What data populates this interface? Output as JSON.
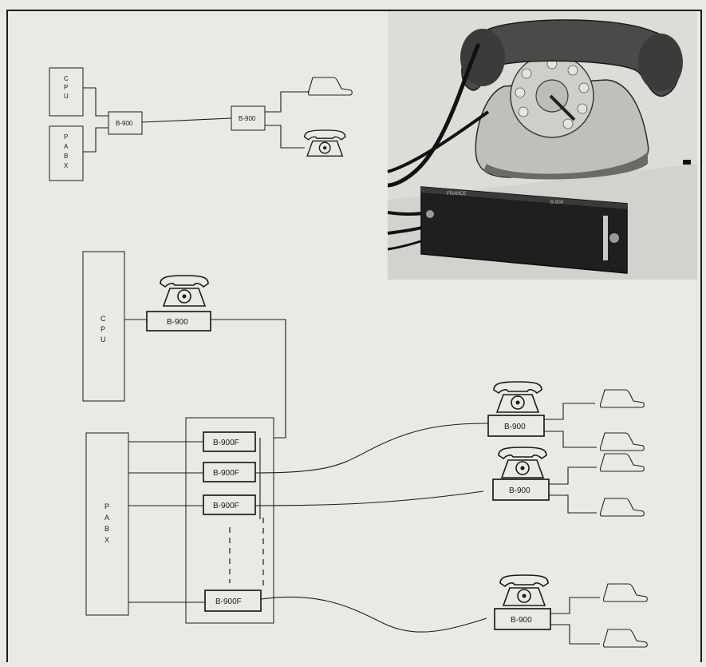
{
  "diagram_top": {
    "cpu_label": "C P U",
    "pabx_label": "P A B X",
    "device_left": "B-900",
    "device_right": "B-900"
  },
  "diagram_bottom": {
    "cpu_label": "C P U",
    "pabx_label": "P A B X",
    "cpu_device": "B-900",
    "rack_devices": [
      "B-900F",
      "B-900F",
      "B-900F",
      "B-900F"
    ],
    "remote_devices": [
      "B-900",
      "B-900",
      "B-900"
    ]
  },
  "photo": {
    "panel_label_left": "FRANCE",
    "panel_label_right": "B-900"
  },
  "icons": {
    "desk_phone": "rotary-telephone-icon",
    "terminal": "data-terminal-icon"
  },
  "colors": {
    "paper": "#e9e9e5",
    "ink": "#1c1c1c",
    "photo_bg": "#d8d8d6",
    "phone_body": "#bdbdb8",
    "device_panel": "#1f1f1f"
  }
}
